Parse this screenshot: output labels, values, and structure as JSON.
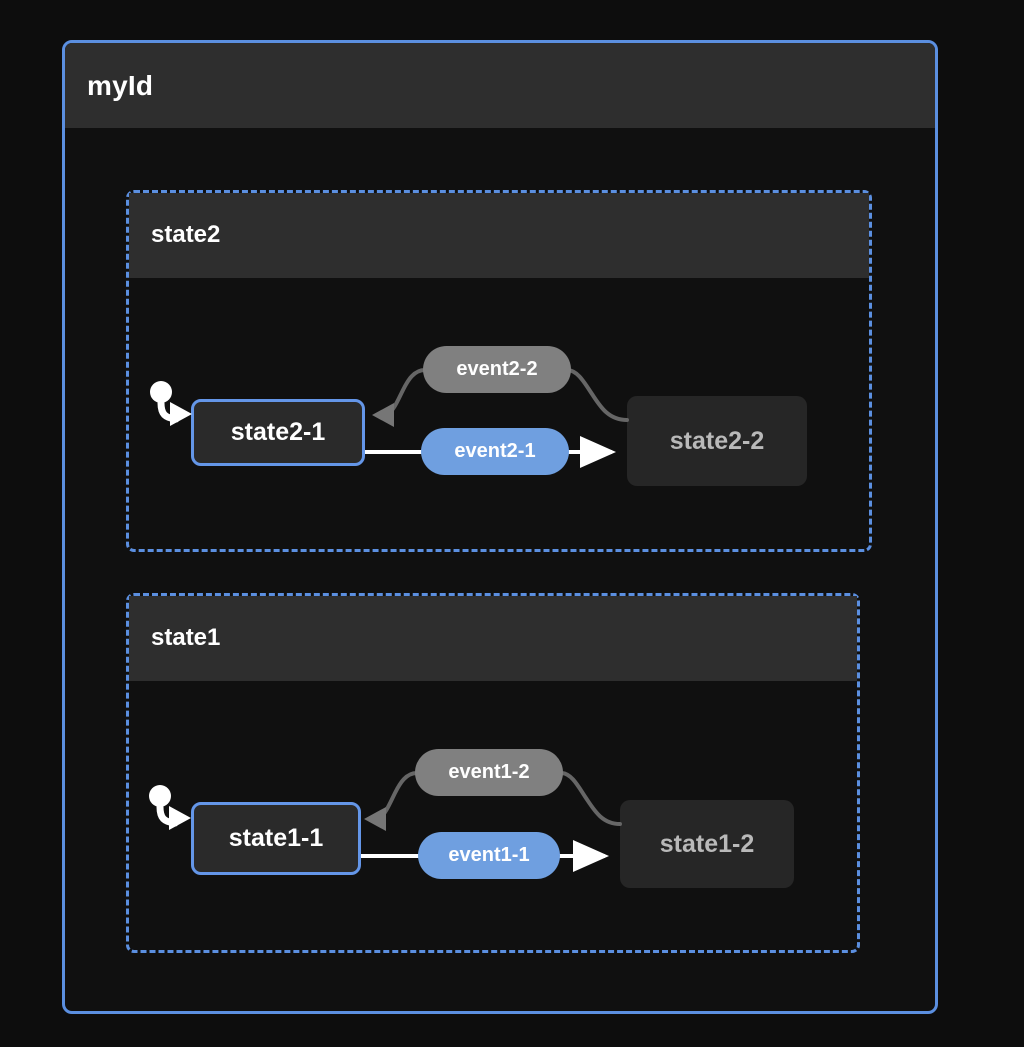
{
  "diagram": {
    "type": "state-diagram",
    "background_color": "#0d0d0d",
    "accent_color": "#5b8fe0",
    "root": {
      "title": "myId",
      "border_color": "#5b8fe0",
      "header_color": "#2e2e2e"
    },
    "clusters": [
      {
        "id": "state2",
        "title": "state2",
        "border_style": "dashed",
        "border_color": "#5b8fe0",
        "nodes": [
          {
            "id": "state2-1",
            "label": "state2-1",
            "style": "primary",
            "border_color": "#6496e8",
            "fill": "#2a2a2a",
            "text_color": "#ffffff"
          },
          {
            "id": "state2-2",
            "label": "state2-2",
            "style": "secondary",
            "fill": "#262626",
            "text_color": "#b9b9b9"
          }
        ],
        "start_marker": {
          "name": "start-state",
          "shape": "filled-circle-with-arrow",
          "color": "#ffffff"
        },
        "transitions": [
          {
            "id": "event2-1",
            "label": "event2-1",
            "from": "state2-1",
            "to": "state2-2",
            "pill_color": "#6f9fe0",
            "line_color": "#ffffff",
            "direction": "forward"
          },
          {
            "id": "event2-2",
            "label": "event2-2",
            "from": "state2-2",
            "to": "state2-1",
            "pill_color": "#808080",
            "line_color": "#666666",
            "direction": "return"
          }
        ]
      },
      {
        "id": "state1",
        "title": "state1",
        "border_style": "dashed",
        "border_color": "#5b8fe0",
        "nodes": [
          {
            "id": "state1-1",
            "label": "state1-1",
            "style": "primary",
            "border_color": "#6496e8",
            "fill": "#2a2a2a",
            "text_color": "#ffffff"
          },
          {
            "id": "state1-2",
            "label": "state1-2",
            "style": "secondary",
            "fill": "#262626",
            "text_color": "#b9b9b9"
          }
        ],
        "start_marker": {
          "name": "start-state",
          "shape": "filled-circle-with-arrow",
          "color": "#ffffff"
        },
        "transitions": [
          {
            "id": "event1-1",
            "label": "event1-1",
            "from": "state1-1",
            "to": "state1-2",
            "pill_color": "#6f9fe0",
            "line_color": "#ffffff",
            "direction": "forward"
          },
          {
            "id": "event1-2",
            "label": "event1-2",
            "from": "state1-2",
            "to": "state1-1",
            "pill_color": "#808080",
            "line_color": "#666666",
            "direction": "return"
          }
        ]
      }
    ]
  }
}
